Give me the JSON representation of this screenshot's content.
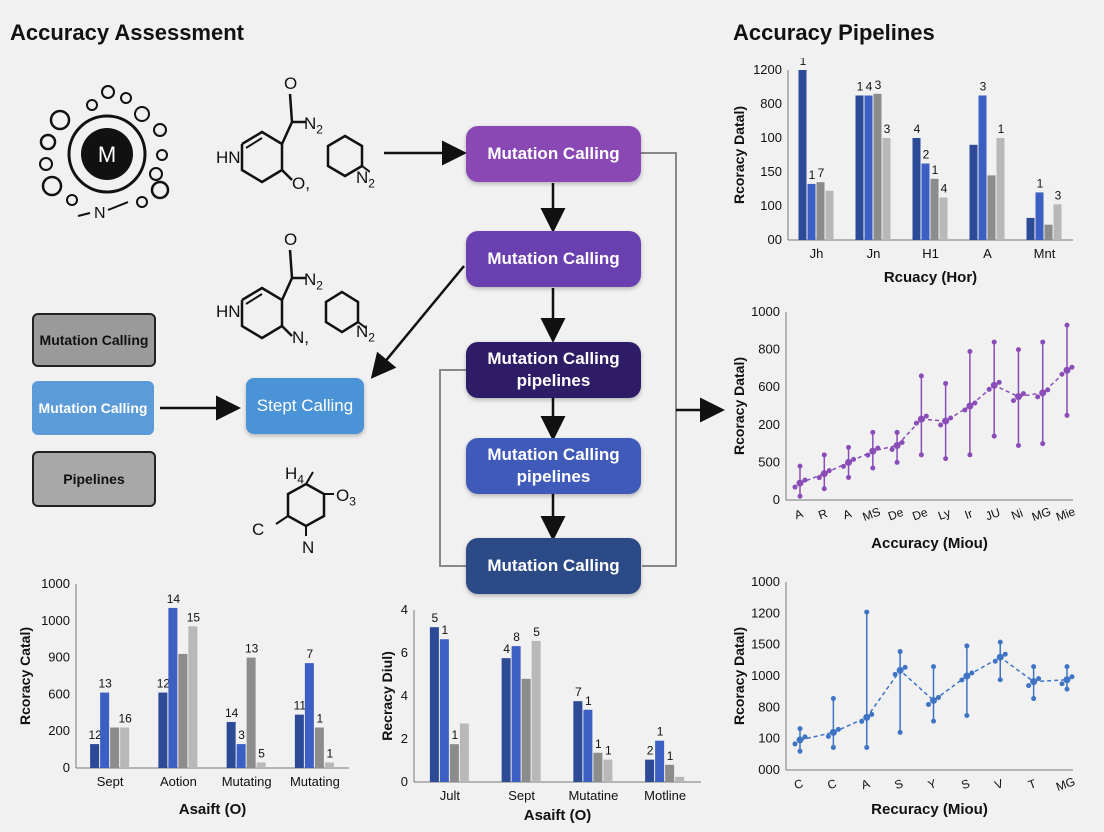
{
  "left_title": "Accuracy Assessment",
  "right_title": "Accuracy Pipelines",
  "center_icon_label": "M",
  "molecule_labels": {
    "m1": [
      "HN",
      "O",
      "N",
      "O,"
    ],
    "m2": [
      "HN",
      "O",
      "N",
      "N,"
    ],
    "m3": [
      "H",
      "O",
      "C",
      "N"
    ]
  },
  "flow": [
    {
      "label": "Mutation Calling",
      "color": "#8a48b5"
    },
    {
      "label": "Mutation Calling",
      "color": "#6a3fb0"
    },
    {
      "label": "Mutation Calling pipelines",
      "color": "#2e1c66"
    },
    {
      "label": "Mutation Calling pipelines",
      "color": "#3f5ab8"
    },
    {
      "label": "Mutation Calling",
      "color": "#2c4a86"
    }
  ],
  "side_boxes": [
    {
      "label": "Mutation Calling",
      "bg": "#9a9a9a"
    },
    {
      "label": "Mutation Calling",
      "bg": "#5b9bd8"
    },
    {
      "label": "Pipelines",
      "bg": "#a8a8a8"
    }
  ],
  "step_box": {
    "label": "Stept Calling",
    "bg": "#4a93d6"
  },
  "colors": {
    "blue_dark": "#2d4a96",
    "blue": "#3c5fc4",
    "gray_dark": "#8c8c8c",
    "gray_light": "#b8b8b8",
    "purple": "#8a4db8",
    "line_blue": "#3f74c4"
  },
  "chart_data": [
    {
      "id": "top-right",
      "type": "bar",
      "ylabel": "Rcoracy Datal)",
      "xlabel": "Rcuacy (Hor)",
      "yticks": [
        "1200",
        "800",
        "100",
        "150",
        "100",
        "00"
      ],
      "categories": [
        "Jh",
        "Jn",
        "H1",
        "A",
        "Mnt"
      ],
      "series": [
        {
          "values": [
            1.0,
            0.85,
            0.6,
            0.56,
            0.13
          ],
          "labels": [
            "1",
            "1",
            "4",
            ""
          ]
        },
        {
          "values": [
            0.33,
            0.85,
            0.45,
            0.85,
            0.28
          ],
          "labels": [
            "1",
            "4",
            "2",
            "3",
            "1"
          ]
        },
        {
          "values": [
            0.34,
            0.86,
            0.36,
            0.38,
            0.09
          ],
          "labels": [
            "7",
            "3",
            "1",
            "",
            ""
          ]
        },
        {
          "values": [
            0.29,
            0.6,
            0.25,
            0.6,
            0.21
          ],
          "labels": [
            "",
            "3",
            "4",
            "1",
            "3"
          ]
        }
      ],
      "label_extra": [
        "2"
      ]
    },
    {
      "id": "middle-right",
      "type": "scatter",
      "ylabel": "Rcoracy Datal)",
      "xlabel": "Accuracy (Miou)",
      "yticks": [
        "1000",
        "800",
        "600",
        "200",
        "500",
        "0"
      ],
      "categories": [
        "A",
        "R",
        "A",
        "MS",
        "De",
        "De",
        "Ly",
        "Ir",
        "JU",
        "Ni",
        "MG",
        "Mie"
      ],
      "points": [
        0.09,
        0.14,
        0.2,
        0.26,
        0.29,
        0.43,
        0.42,
        0.5,
        0.61,
        0.55,
        0.57,
        0.69
      ],
      "ranges": [
        [
          0.02,
          0.18
        ],
        [
          0.06,
          0.24
        ],
        [
          0.12,
          0.28
        ],
        [
          0.17,
          0.36
        ],
        [
          0.2,
          0.36
        ],
        [
          0.24,
          0.66
        ],
        [
          0.22,
          0.62
        ],
        [
          0.24,
          0.79
        ],
        [
          0.34,
          0.84
        ],
        [
          0.29,
          0.8
        ],
        [
          0.3,
          0.84
        ],
        [
          0.45,
          0.93
        ]
      ]
    },
    {
      "id": "bottom-right",
      "type": "scatter",
      "ylabel": "Rcoracy Datal)",
      "xlabel": "Recuracy (Miou)",
      "yticks": [
        "1000",
        "1200",
        "1500",
        "1000",
        "800",
        "100",
        "000"
      ],
      "categories": [
        "C",
        "C",
        "A",
        "S",
        "Y",
        "S",
        "V",
        "T",
        "MG"
      ],
      "points": [
        0.16,
        0.2,
        0.28,
        0.53,
        0.37,
        0.5,
        0.6,
        0.47,
        0.48
      ],
      "ranges": [
        [
          0.1,
          0.22
        ],
        [
          0.12,
          0.38
        ],
        [
          0.12,
          0.84
        ],
        [
          0.2,
          0.63
        ],
        [
          0.26,
          0.55
        ],
        [
          0.29,
          0.66
        ],
        [
          0.48,
          0.68
        ],
        [
          0.38,
          0.55
        ],
        [
          0.43,
          0.55
        ]
      ]
    },
    {
      "id": "bottom-left",
      "type": "bar",
      "ylabel": "Rcoracy Catal)",
      "xlabel": "Asaift (O)",
      "yticks": [
        "1000",
        "1000",
        "900",
        "600",
        "200",
        "0"
      ],
      "categories": [
        "Sept",
        "Aotion",
        "Mutating",
        "Mutating"
      ],
      "series": [
        {
          "values": [
            0.13,
            0.41,
            0.25,
            0.29
          ],
          "labels": [
            "12",
            "12",
            "14",
            "11"
          ]
        },
        {
          "values": [
            0.41,
            0.87,
            0.13,
            0.57
          ],
          "labels": [
            "13",
            "14",
            "3",
            "7"
          ]
        },
        {
          "values": [
            0.22,
            0.62,
            0.6,
            0.22
          ],
          "labels": [
            "",
            "",
            "13",
            "1"
          ]
        },
        {
          "values": [
            0.22,
            0.77,
            0.03,
            0.03
          ],
          "labels": [
            "16",
            "15",
            "5",
            "1"
          ]
        }
      ]
    },
    {
      "id": "bottom-center",
      "type": "bar",
      "ylabel": "Recracy Diul)",
      "xlabel": "Asaift (O)",
      "yticks": [
        "4",
        "6",
        "4",
        "2",
        "0"
      ],
      "categories": [
        "Jult",
        "Sept",
        "Mutatine",
        "Motline"
      ],
      "series": [
        {
          "values": [
            0.9,
            0.72,
            0.47,
            0.13
          ],
          "labels": [
            "5",
            "4",
            "7",
            "2"
          ]
        },
        {
          "values": [
            0.83,
            0.79,
            0.42,
            0.24
          ],
          "labels": [
            "1",
            "8",
            "1",
            "1"
          ]
        },
        {
          "values": [
            0.22,
            0.6,
            0.17,
            0.1
          ],
          "labels": [
            "1",
            "",
            "1",
            "1"
          ]
        },
        {
          "values": [
            0.34,
            0.82,
            0.13,
            0.03
          ],
          "labels": [
            "",
            "5",
            "1",
            ""
          ]
        }
      ]
    }
  ]
}
